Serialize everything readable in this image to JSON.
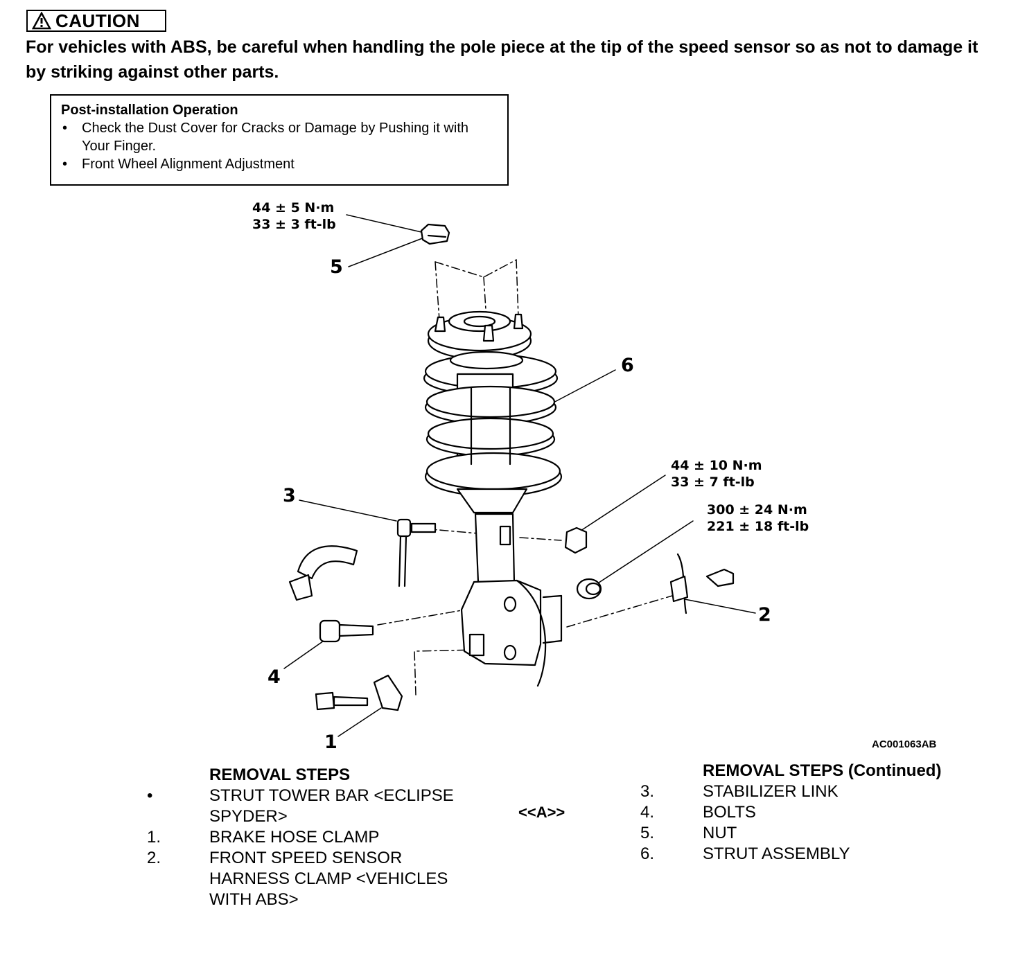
{
  "caution": {
    "label": "CAUTION",
    "text": "For vehicles with ABS, be careful when handling the pole piece at the tip of the speed sensor so as not to damage it by striking against other parts."
  },
  "post_installation": {
    "title": "Post-installation Operation",
    "items": [
      "Check the Dust Cover for Cracks or Damage by Pushing it with Your Finger.",
      "Front Wheel Alignment Adjustment"
    ]
  },
  "diagram": {
    "callouts": [
      "1",
      "2",
      "3",
      "4",
      "5",
      "6"
    ],
    "torque_nut_top": [
      "44 ± 5 N·m",
      "33 ± 3 ft-lb"
    ],
    "torque_link_nut": [
      "44 ± 10 N·m",
      "33 ± 7 ft-lb"
    ],
    "torque_bolts": [
      "300 ± 24 N·m",
      "221 ± 18 ft-lb"
    ],
    "figure_id": "AC001063AB"
  },
  "removal_steps": {
    "heading": "REMOVAL STEPS",
    "items": [
      {
        "marker": "•",
        "text": "STRUT TOWER BAR <ECLIPSE SPYDER>"
      },
      {
        "marker": "1.",
        "text": "BRAKE HOSE CLAMP"
      },
      {
        "marker": "2.",
        "text": "FRONT SPEED SENSOR HARNESS CLAMP <VEHICLES WITH ABS>"
      }
    ]
  },
  "service_mark": "<<A>>",
  "removal_steps_continued": {
    "heading": "REMOVAL STEPS (Continued)",
    "items": [
      {
        "marker": "3.",
        "text": "STABILIZER LINK"
      },
      {
        "marker": "4.",
        "text": "BOLTS"
      },
      {
        "marker": "5.",
        "text": "NUT"
      },
      {
        "marker": "6.",
        "text": "STRUT ASSEMBLY"
      }
    ]
  }
}
